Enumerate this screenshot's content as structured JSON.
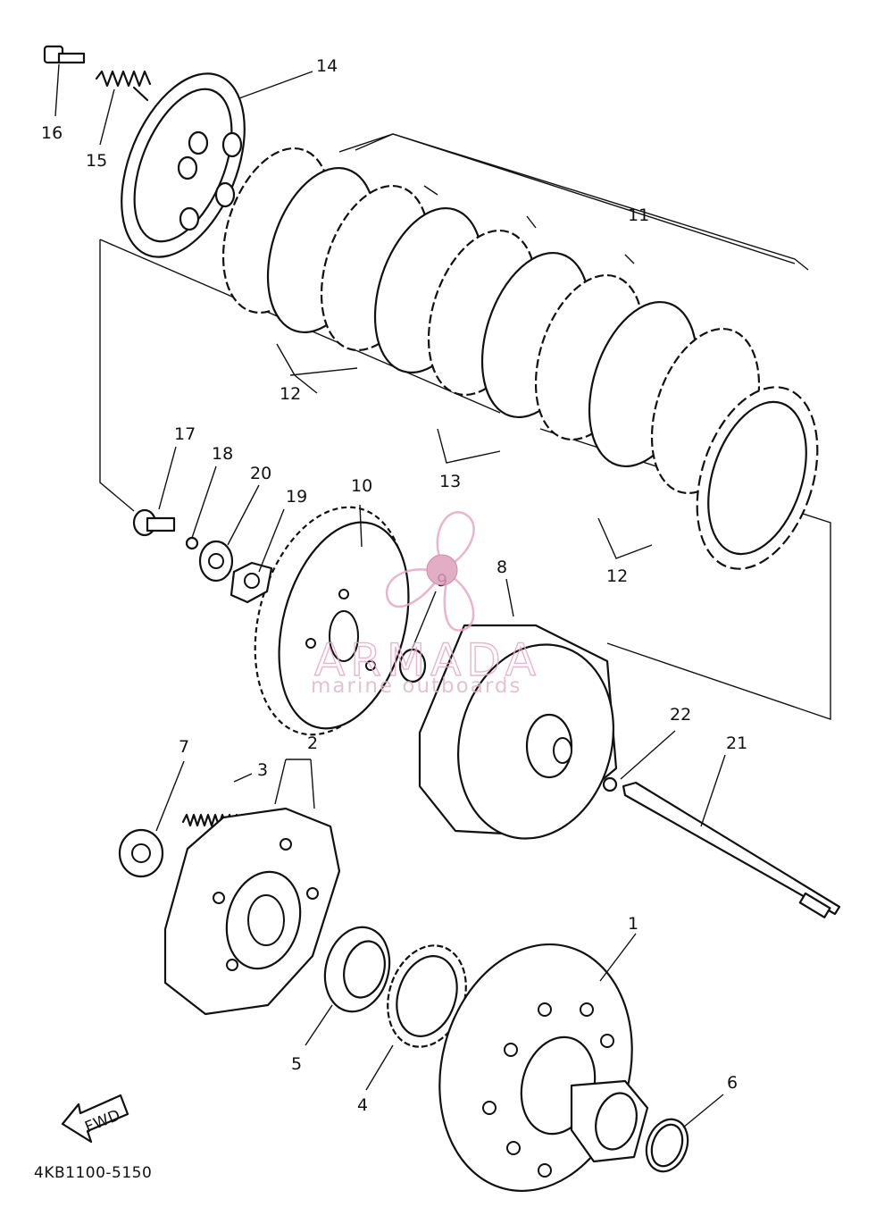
{
  "diagram": {
    "drawing_code": "4KB1100-5150",
    "direction_label": "FWD",
    "callouts": {
      "c1": "1",
      "c2": "2",
      "c3": "3",
      "c4": "4",
      "c5": "5",
      "c6": "6",
      "c7": "7",
      "c8": "8",
      "c9": "9",
      "c10": "10",
      "c11": "11",
      "c12a": "12",
      "c12b": "12",
      "c13": "13",
      "c14": "14",
      "c15": "15",
      "c16": "16",
      "c17": "17",
      "c18": "18",
      "c19": "19",
      "c20": "20",
      "c21": "21",
      "c22": "22"
    }
  },
  "watermark": {
    "title": "ARMADA",
    "subtitle": "marine outboards",
    "color": "#e6a8c6"
  }
}
